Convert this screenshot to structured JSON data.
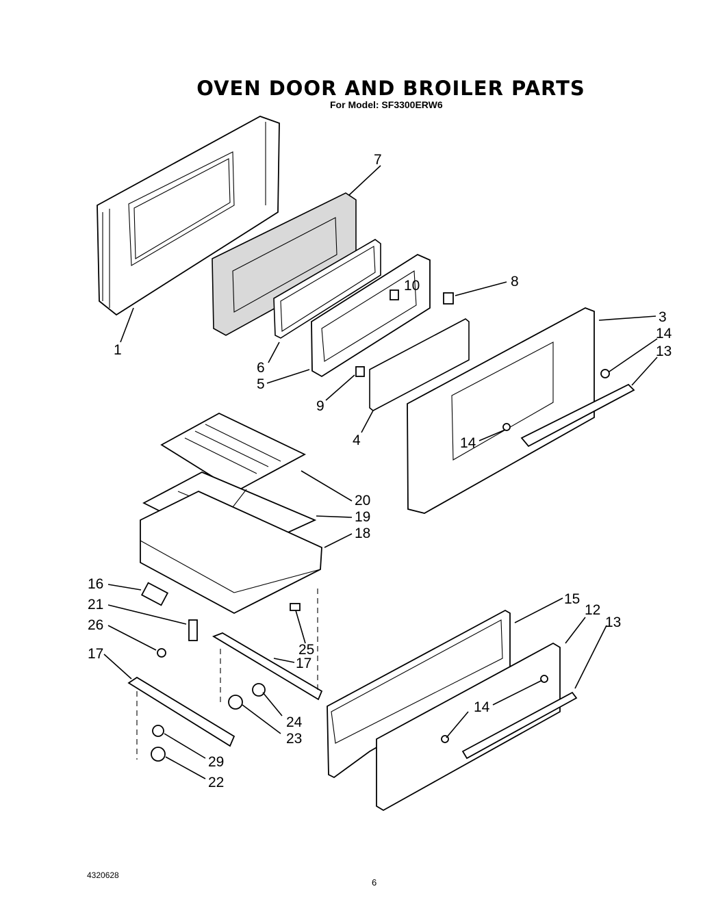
{
  "header": {
    "title": "OVEN DOOR AND BROILER PARTS",
    "subtitle": "For Model: SF3300ERW6"
  },
  "footer": {
    "document_number": "4320628",
    "page_number": "6"
  },
  "callouts": {
    "c1": "1",
    "c3": "3",
    "c4": "4",
    "c5": "5",
    "c6": "6",
    "c7": "7",
    "c8": "8",
    "c9": "9",
    "c10": "10",
    "c13a": "13",
    "c14a": "14",
    "c14b": "14",
    "c20": "20",
    "c19": "19",
    "c18": "18",
    "c16": "16",
    "c21": "21",
    "c26": "26",
    "c25": "25",
    "c17a": "17",
    "c17b": "17",
    "c15": "15",
    "c12": "12",
    "c13b": "13",
    "c14c": "14",
    "c24": "24",
    "c23": "23",
    "c29": "29",
    "c22": "22"
  }
}
